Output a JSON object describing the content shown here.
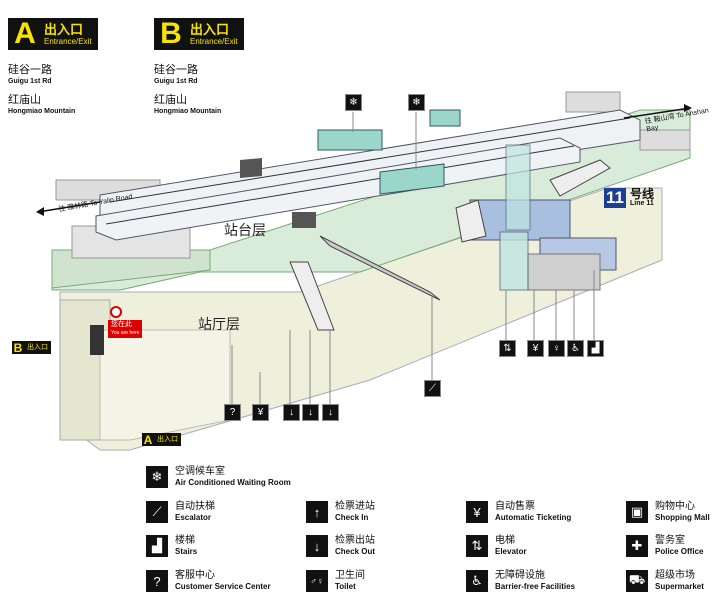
{
  "exits": [
    {
      "id": "A",
      "letter": "A",
      "cn": "出入口",
      "en": "Entrance/Exit",
      "stations": [
        {
          "cn": "硅谷一路",
          "en": "Guigu 1st Rd"
        },
        {
          "cn": "红庙山",
          "en": "Hongmiao Mountain"
        }
      ]
    },
    {
      "id": "B",
      "letter": "B",
      "cn": "出入口",
      "en": "Entrance/Exit",
      "stations": [
        {
          "cn": "硅谷一路",
          "en": "Guigu 1st Rd"
        },
        {
          "cn": "红庙山",
          "en": "Hongmiao Mountain"
        }
      ]
    }
  ],
  "floors": {
    "platform": "站台层",
    "concourse": "站厅层"
  },
  "line": {
    "number": "11",
    "cn": "号线",
    "en": "Line 11"
  },
  "directions": {
    "left_cn": "往 雅林路",
    "left_en": "To Yalin Road",
    "right_cn": "往 鞍山湾",
    "right_en": "To Anshan Bay"
  },
  "you_are_here": {
    "cn": "您在此",
    "en": "You are here"
  },
  "map_exits": [
    {
      "letter": "B",
      "text": "出入口"
    },
    {
      "letter": "A",
      "text": "出入口"
    }
  ],
  "legend": [
    {
      "icon": "snowflake-icon",
      "glyph": "❄",
      "cn": "空调候车室",
      "en": "Air Conditioned Waiting Room"
    },
    {
      "icon": "escalator-icon",
      "glyph": "⟋",
      "cn": "自动扶梯",
      "en": "Escalator"
    },
    {
      "icon": "stairs-icon",
      "glyph": "▟",
      "cn": "楼梯",
      "en": "Stairs"
    },
    {
      "icon": "customer-service-icon",
      "glyph": "?",
      "cn": "客服中心",
      "en": "Customer Service Center"
    },
    {
      "icon": "check-in-icon",
      "glyph": "↑",
      "cn": "检票进站",
      "en": "Check In"
    },
    {
      "icon": "check-out-icon",
      "glyph": "↓",
      "cn": "检票出站",
      "en": "Check Out"
    },
    {
      "icon": "toilet-icon",
      "glyph": "♂♀",
      "cn": "卫生间",
      "en": "Toilet"
    },
    {
      "icon": "ticketing-icon",
      "glyph": "¥",
      "cn": "自动售票",
      "en": "Automatic Ticketing"
    },
    {
      "icon": "elevator-icon",
      "glyph": "⇅",
      "cn": "电梯",
      "en": "Elevator"
    },
    {
      "icon": "wheelchair-icon",
      "glyph": "♿",
      "cn": "无障碍设施",
      "en": "Barrier-free Facilities"
    },
    {
      "icon": "shopping-icon",
      "glyph": "▣",
      "cn": "购物中心",
      "en": "Shopping Mall"
    },
    {
      "icon": "police-icon",
      "glyph": "✚",
      "cn": "警务室",
      "en": "Police Office"
    },
    {
      "icon": "supermarket-icon",
      "glyph": "⛟",
      "cn": "超级市场",
      "en": "Supermarket"
    }
  ]
}
